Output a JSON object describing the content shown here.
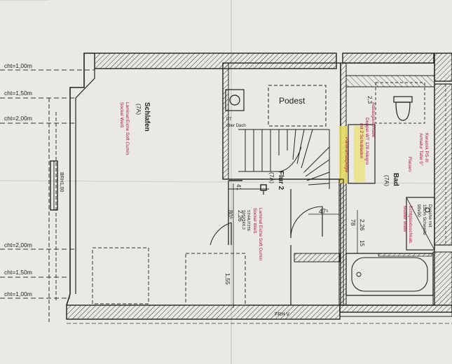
{
  "plan": {
    "levels_left": [
      "cht=1,00m",
      "cht=1,50m",
      "cht=2,00m",
      "cht=2,00m",
      "cht=1,50m",
      "cht=1,00m"
    ],
    "window_label": "BRH1,00",
    "rooms": {
      "schlafen": {
        "name": "Schlafen",
        "code": "(7A)",
        "floor_lines": [
          "Laminat Eiche Soft Cumin",
          "Sockel Weiß"
        ]
      },
      "podest": {
        "name": "Podest"
      },
      "flur": {
        "name": "Flur 2",
        "code": "(7A)",
        "floor_lines": [
          "Laminat Eiche Soft Cumin",
          "Sockel Weiß"
        ]
      },
      "bad": {
        "name": "Bad",
        "code": "(7A)",
        "tile_lines": [
          "Keramik PS-III",
          "Armatur Tafel 5°"
        ],
        "tile_label": "Fliesen",
        "shower_lines": [
          "Dusche mit",
          "15cm Schwelle",
          "90x90"
        ],
        "screen_lines": [
          "Echtglasduschkab.",
          "Muster WäW"
        ],
        "wash_lines": [
          "Doppel-WT 120 Allegro",
          "mit 2 Schubladen"
        ],
        "panorama_label": "Panoramaspiegel",
        "absaug_label": "Absaugautomatik"
      }
    },
    "pt_label": "PT",
    "pt_sub": "über Dach",
    "socket_lines": [
      "ST44UT2TE",
      "S05X5K6,3"
    ],
    "dims": {
      "d41": "41",
      "d2_3": "2,3",
      "d80": "80⁵",
      "d226a": "2,26",
      "d155": "1,55",
      "d47": "47⁵",
      "d78": "78",
      "d226b": "2,26",
      "d15": "15"
    },
    "frhv": "FRH V"
  }
}
